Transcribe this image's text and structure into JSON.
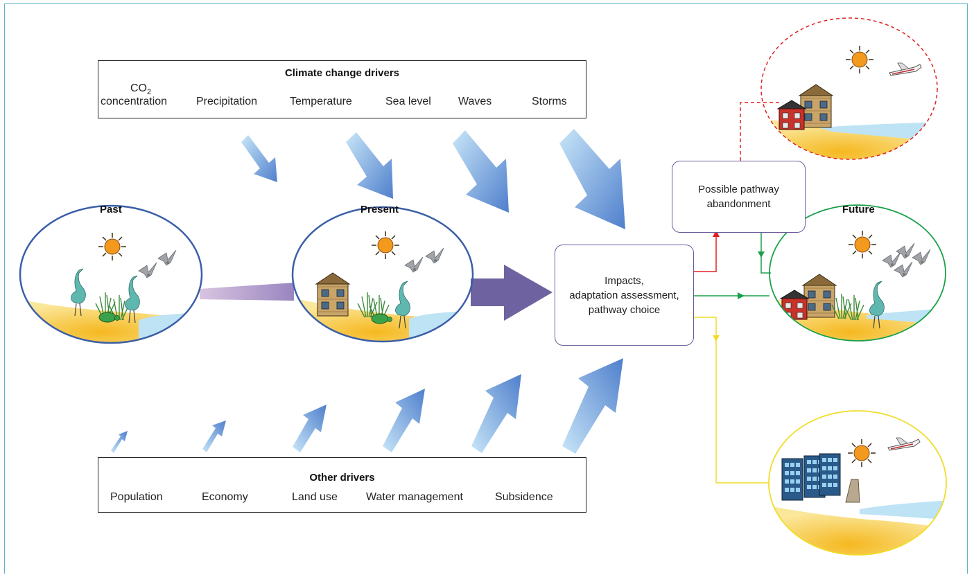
{
  "climate_panel": {
    "title": "Climate change drivers",
    "items": [
      "CO",
      "Precipitation",
      "Temperature",
      "Sea level",
      "Waves",
      "Storms"
    ],
    "co2_sub": "2",
    "co2_second_line": "concentration"
  },
  "other_panel": {
    "title": "Other drivers",
    "items": [
      "Population",
      "Economy",
      "Land use",
      "Water management",
      "Subsidence"
    ]
  },
  "scenes": {
    "past": "Past",
    "present": "Present",
    "future": "Future"
  },
  "center_box": {
    "lines": [
      "Impacts,",
      "adaptation assessment,",
      "pathway choice"
    ]
  },
  "abandon_box": {
    "lines": [
      "Possible pathway",
      "abandonment"
    ]
  },
  "colors": {
    "frame": "#5ab4c8",
    "scene_outline": "#3b5ea8",
    "box_outline": "#6b5a9a",
    "red_pathway": "#e02020",
    "green_pathway": "#1aa04a",
    "yellow_pathway": "#f0dc28",
    "sand": "#f7d44a",
    "water": "#bde3f5",
    "driver_arrow": "#5b8fd4"
  },
  "icons": [
    "sun-icon",
    "bird-icon",
    "heron-icon",
    "turtle-icon",
    "house-icon",
    "plane-icon",
    "building-icon",
    "dike-icon"
  ]
}
